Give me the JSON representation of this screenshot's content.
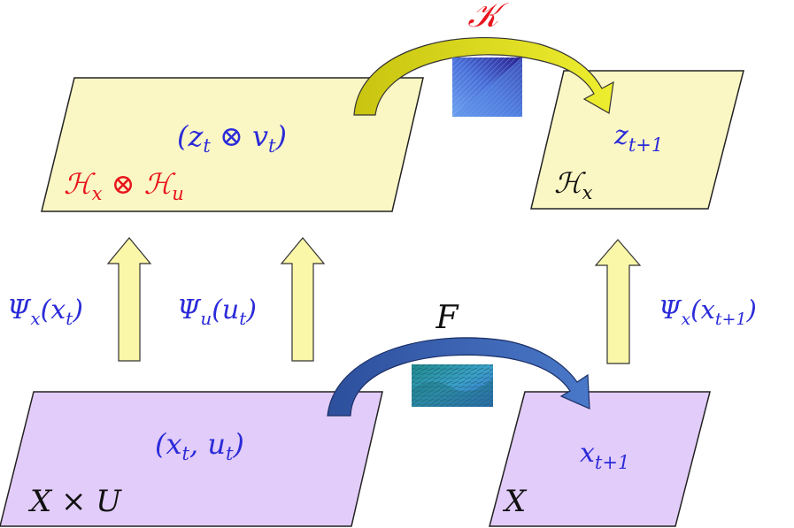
{
  "labels": {
    "koopman_operator": "𝒦",
    "flow_map": "F",
    "lifted_state": "(z",
    "lifted_state_sub_t": "t",
    "lifted_state_otimes": " ⊗ v",
    "lifted_state_sub_t2": "t",
    "lifted_state_close": ")",
    "lifted_space_H1": "ℋ",
    "lifted_space_sub_x": "x",
    "lifted_space_otimes": " ⊗ ℋ",
    "lifted_space_sub_u": "u",
    "next_lifted": "z",
    "next_lifted_sub": "t+1",
    "next_space": "ℋ",
    "next_space_sub": "x",
    "psi_x_main": "Ψ",
    "psi_x_sub": "x",
    "psi_x_arg": "(x",
    "psi_x_arg_sub": "t",
    "psi_x_close": ")",
    "psi_u_main": "Ψ",
    "psi_u_sub": "u",
    "psi_u_arg": "(u",
    "psi_u_arg_sub": "t",
    "psi_u_close": ")",
    "psi_next_main": "Ψ",
    "psi_next_sub": "x",
    "psi_next_arg": "(x",
    "psi_next_arg_sub": "t+1",
    "psi_next_close": ")",
    "state_pair_open": "(x",
    "state_pair_sub1": "t",
    "state_pair_mid": ", u",
    "state_pair_sub2": "t",
    "state_pair_close": ")",
    "state_space": "X × U",
    "next_state": "x",
    "next_state_sub": "t+1",
    "next_state_space": "X"
  },
  "colors": {
    "lifted_plane": "#fbf7c4",
    "state_plane": "#e2ccf9",
    "lift_arrow": "#fbf7a8",
    "koopman_arrow": "#d6d218",
    "flow_arrow": "#3a5fae",
    "math_blue": "#2b2bd9",
    "math_red": "#e8141c"
  }
}
